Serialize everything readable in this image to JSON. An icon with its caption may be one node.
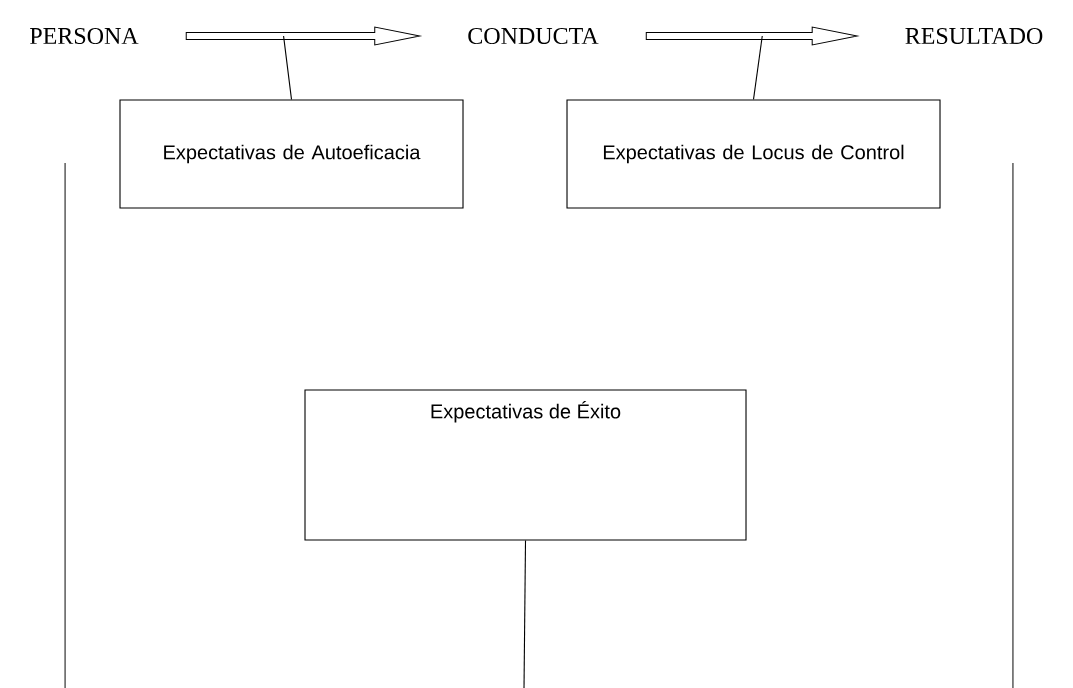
{
  "diagram": {
    "nodes": [
      {
        "text": [
          "PERSONA"
        ]
      },
      {
        "text": [
          "CONDUCTA"
        ]
      },
      {
        "text": [
          "RESULTADO"
        ]
      },
      {
        "text": [
          "Expectativas de Autoeficacia"
        ]
      },
      {
        "text": [
          "Expectativas de Locus de Control"
        ]
      },
      {
        "text": [
          "Expectativas de Éxito"
        ]
      }
    ],
    "edges": [
      {
        "from": 0,
        "to": 1,
        "arrow": "to"
      },
      {
        "from": 1,
        "to": 2,
        "arrow": "to"
      },
      {
        "from": null,
        "to": 3,
        "arrow": "none"
      },
      {
        "from": null,
        "to": 4,
        "arrow": "none"
      },
      {
        "from": 5,
        "to": null,
        "arrow": "none"
      }
    ]
  }
}
